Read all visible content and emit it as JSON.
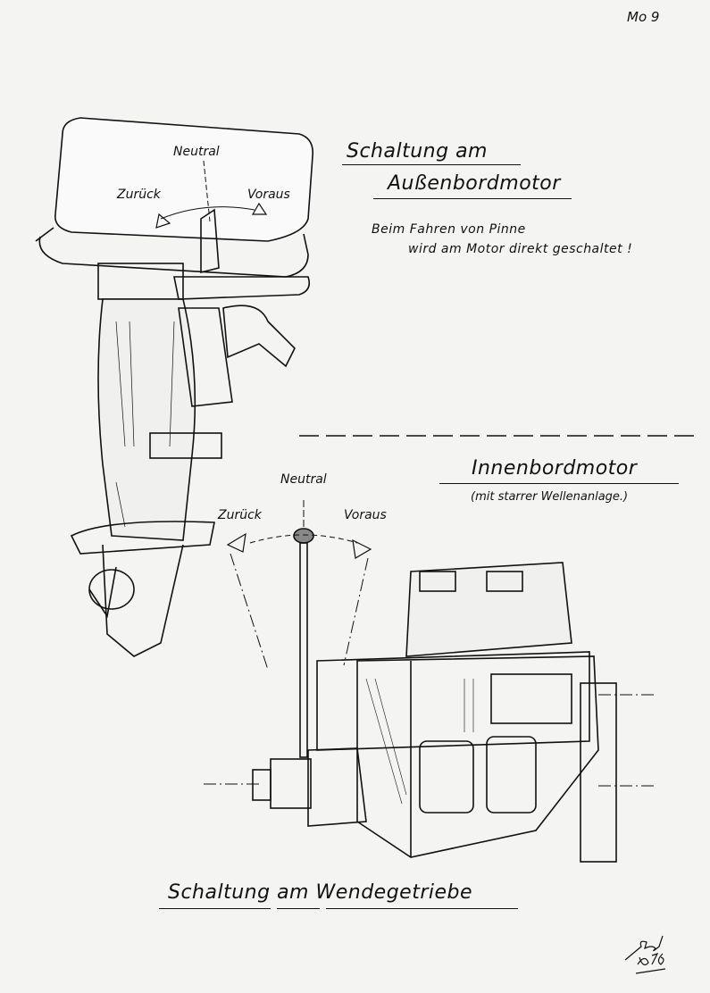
{
  "page_id": "Mo 9",
  "outboard": {
    "title_line1": "Schaltung am",
    "title_line2": "Außenbordmotor",
    "note_line1": "Beim Fahren von Pinne",
    "note_line2": "wird am Motor direkt geschaltet !",
    "labels": {
      "neutral": "Neutral",
      "back": "Zurück",
      "forward": "Voraus"
    }
  },
  "inboard": {
    "title": "Innenbordmotor",
    "subtitle": "(mit starrer Wellenanlage.)",
    "labels": {
      "neutral": "Neutral",
      "back": "Zurück",
      "forward": "Voraus"
    }
  },
  "bottom_title": "Schaltung am Wendegetriebe",
  "signature": "Sto 8.76"
}
